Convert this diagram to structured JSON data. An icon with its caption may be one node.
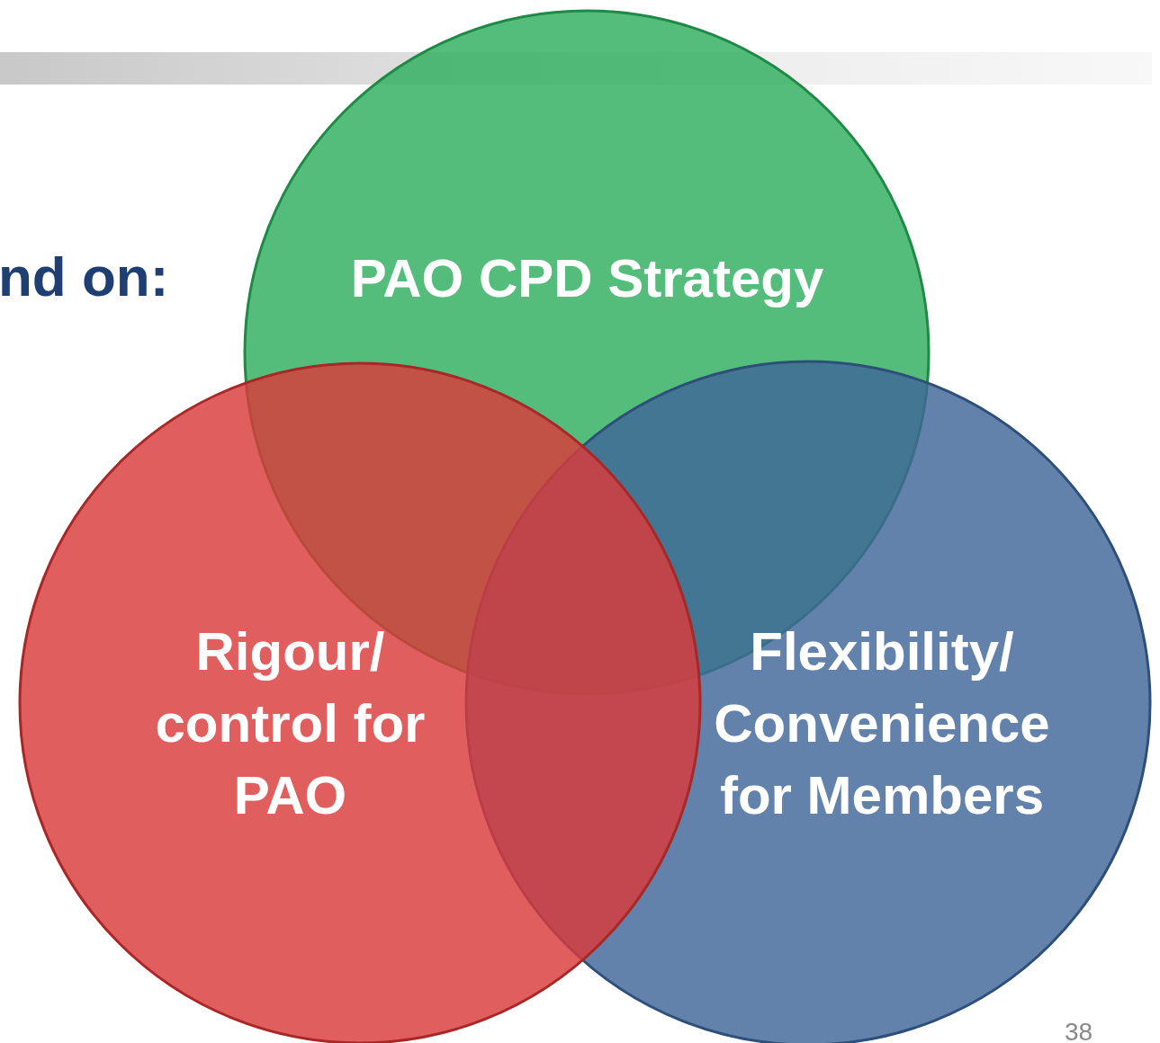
{
  "diagram": {
    "nodes": [
      {
        "text": [
          "PAO CPD Strategy"
        ]
      },
      {
        "text": [
          "Rigour/ control for PAO"
        ]
      },
      {
        "text": [
          "Flexibility/ Convenience for Members"
        ]
      }
    ],
    "labels": [
      "nd on:",
      "38"
    ]
  }
}
